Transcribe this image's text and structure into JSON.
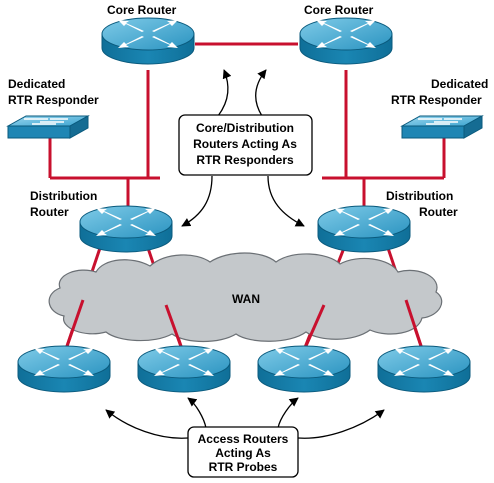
{
  "labels": {
    "core_left": "Core Router",
    "core_right": "Core Router",
    "responder_left": [
      "Dedicated",
      "RTR Responder"
    ],
    "responder_right": [
      "Dedicated",
      "RTR Responder"
    ],
    "dist_left": [
      "Distribution",
      "Router"
    ],
    "dist_right": [
      "Distribution",
      "Router"
    ],
    "wan": "WAN",
    "callout_top": [
      "Core/Distribution",
      "Routers Acting As",
      "RTR Responders"
    ],
    "callout_bottom": [
      "Access Routers",
      "Acting As",
      "RTR Probes"
    ]
  },
  "colors": {
    "link": "#c8102e",
    "router": "#1e8fb8",
    "switch": "#3aa8d6",
    "cloud": "#c4c8cb"
  }
}
